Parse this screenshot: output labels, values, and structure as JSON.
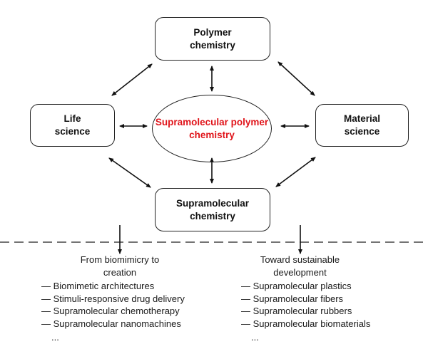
{
  "diagram": {
    "nodes": {
      "top": {
        "line1": "Polymer",
        "line2": "chemistry"
      },
      "left": {
        "line1": "Life",
        "line2": "science"
      },
      "right": {
        "line1": "Material",
        "line2": "science"
      },
      "bottom": {
        "line1": "Supramolecular",
        "line2": "chemistry"
      },
      "center": {
        "line1": "Supramolecular",
        "line2": "polymer",
        "line3": "chemistry",
        "color": "#e0141a"
      }
    },
    "columns": {
      "left": {
        "heading_line1": "From biomimicry to",
        "heading_line2": "creation",
        "items": [
          "— Biomimetic architectures",
          "— Stimuli-responsive drug delivery",
          "— Supramolecular chemotherapy",
          "— Supramolecular nanomachines"
        ],
        "ellipsis": "..."
      },
      "right": {
        "heading_line1": "Toward sustainable",
        "heading_line2": "development",
        "items": [
          "— Supramolecular plastics",
          "— Supramolecular fibers",
          "— Supramolecular rubbers",
          "— Supramolecular biomaterials"
        ],
        "ellipsis": "..."
      }
    },
    "edges": [
      {
        "from": "top",
        "to": "center",
        "type": "bidirectional"
      },
      {
        "from": "bottom",
        "to": "center",
        "type": "bidirectional"
      },
      {
        "from": "left",
        "to": "center",
        "type": "bidirectional"
      },
      {
        "from": "right",
        "to": "center",
        "type": "bidirectional"
      },
      {
        "from": "top",
        "to": "left",
        "type": "bidirectional"
      },
      {
        "from": "top",
        "to": "right",
        "type": "bidirectional"
      },
      {
        "from": "bottom",
        "to": "left",
        "type": "bidirectional"
      },
      {
        "from": "bottom",
        "to": "right",
        "type": "bidirectional"
      },
      {
        "from": "divider",
        "to": "left-column",
        "type": "directed"
      },
      {
        "from": "divider",
        "to": "right-column",
        "type": "directed"
      }
    ]
  }
}
